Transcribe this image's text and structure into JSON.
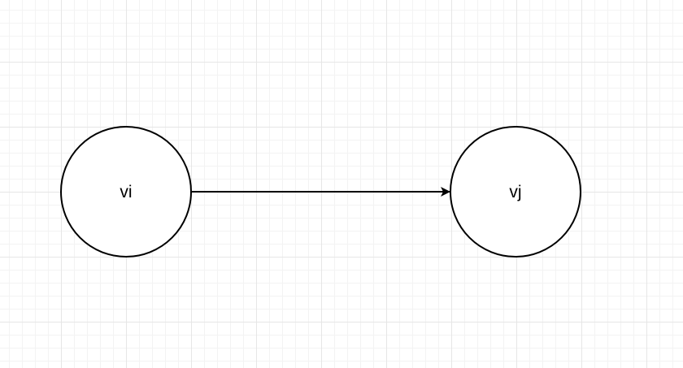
{
  "diagram": {
    "nodes": [
      {
        "id": "vi",
        "label": "vi"
      },
      {
        "id": "vj",
        "label": "vj"
      }
    ],
    "edges": [
      {
        "from": "vi",
        "to": "vj",
        "directed": true
      }
    ],
    "colors": {
      "stroke": "#000000",
      "node_fill": "#ffffff",
      "grid_major": "#e6e6e6",
      "grid_minor": "#f3f3f3",
      "background": "#ffffff"
    }
  }
}
